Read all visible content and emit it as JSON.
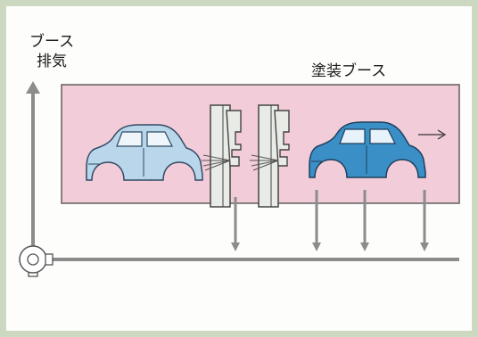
{
  "labels": {
    "exhaust_line1": "ブース",
    "exhaust_line2": "排気",
    "booth": "塗装ブース"
  },
  "colors": {
    "frame": "#ccd9c0",
    "background": "#fdfdfb",
    "booth_fill": "#f3ccd9",
    "booth_stroke": "#555555",
    "pipe": "#8c8c8c",
    "car_unpainted": "#b9d6ea",
    "car_painted": "#3a8fc6",
    "gun_fill": "#e9ebe6"
  },
  "icons": {
    "fan": "exhaust-fan-icon",
    "car_before": "unpainted-car-icon",
    "car_after": "painted-car-icon",
    "gun": "spray-gun-icon"
  }
}
